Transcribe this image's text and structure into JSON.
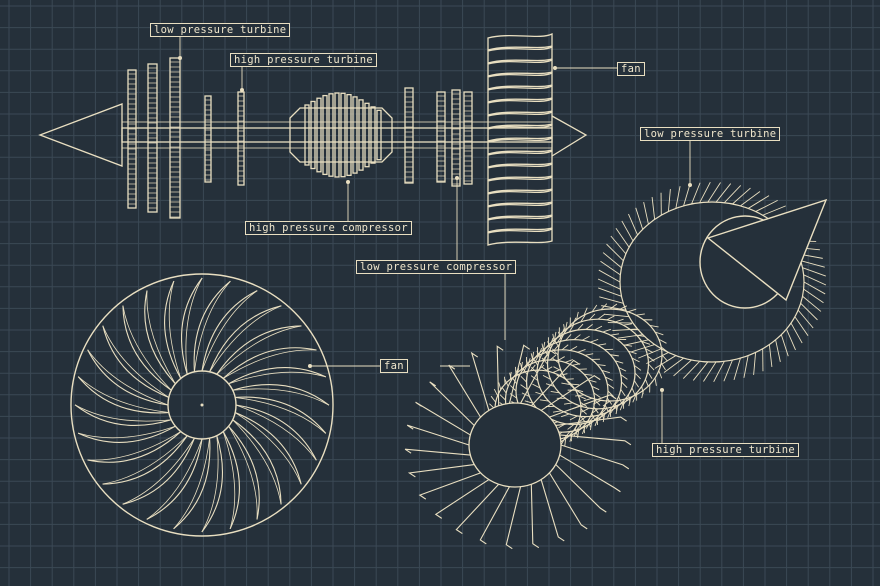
{
  "colors": {
    "background": "#25303a",
    "grid": "#3b4955",
    "ink": "#e9dfc1"
  },
  "labels": {
    "lpt_top": "low pressure turbine",
    "hpt_top": "high pressure turbine",
    "fan_top": "fan",
    "hpc": "high pressure compressor",
    "lpc": "low pressure compressor",
    "lpt_right": "low pressure turbine",
    "fan_left": "fan",
    "hpt_right": "high pressure turbine"
  }
}
